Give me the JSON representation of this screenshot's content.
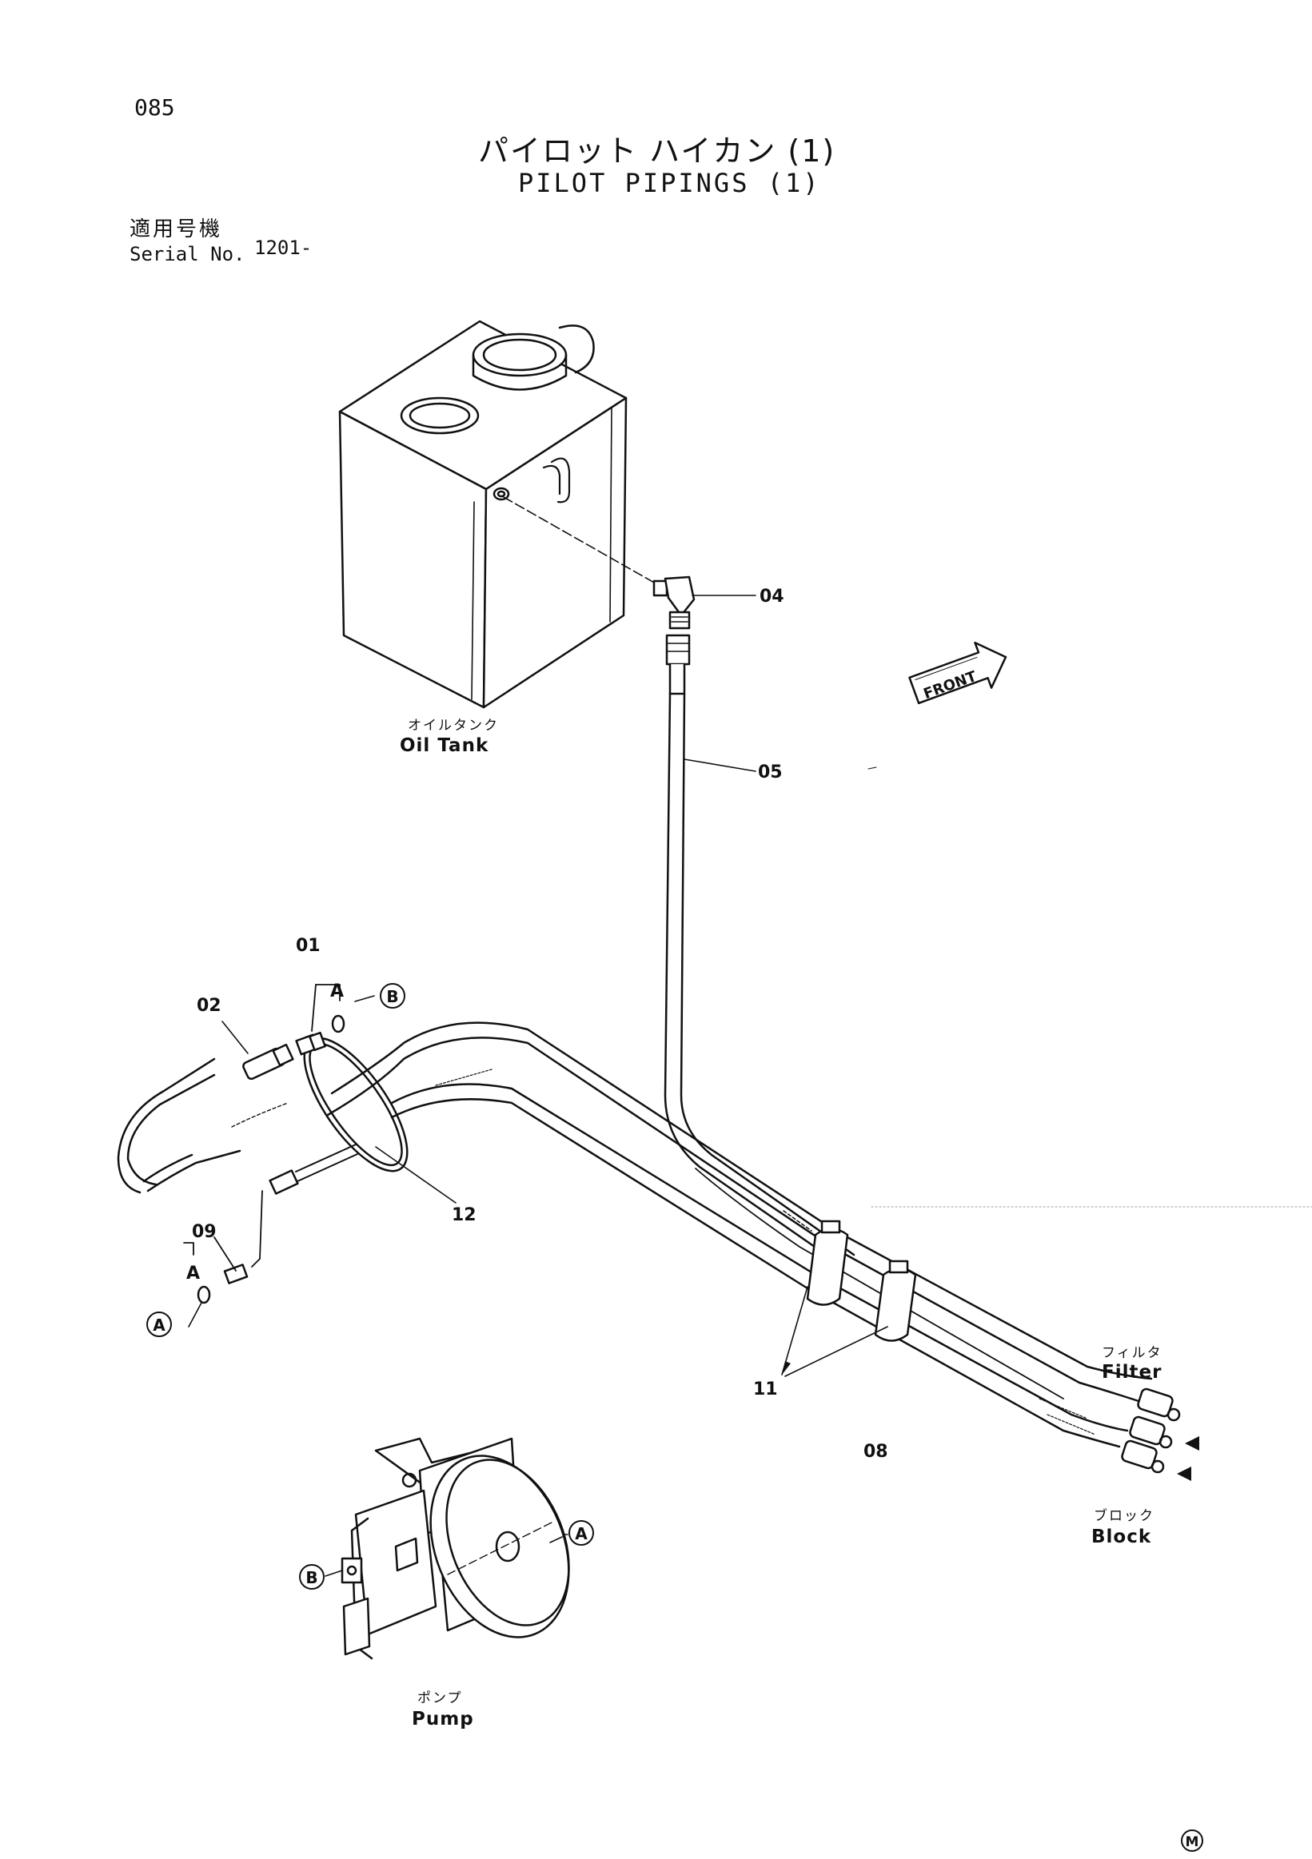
{
  "page_number": "085",
  "title_jp": "パイロット ハイカン (1)",
  "title_en": "PILOT PIPINGS (1)",
  "serial": {
    "label_jp": "適用号機",
    "label_en": "Serial No.",
    "value": "1201-"
  },
  "components": {
    "oil_tank": {
      "jp": "オイルタンク",
      "en": "Oil Tank"
    },
    "filter": {
      "jp": "フィルタ",
      "en": "Filter"
    },
    "block": {
      "jp": "ブロック",
      "en": "Block"
    },
    "pump": {
      "jp": "ポンプ",
      "en": "Pump"
    },
    "front": "FRONT"
  },
  "part_numbers": {
    "p01": "01",
    "p02": "02",
    "p04": "04",
    "p05": "05",
    "p08": "08",
    "p09": "09",
    "p11": "11",
    "p12": "12"
  },
  "markers": {
    "a": "A",
    "b": "B",
    "m": "M"
  }
}
